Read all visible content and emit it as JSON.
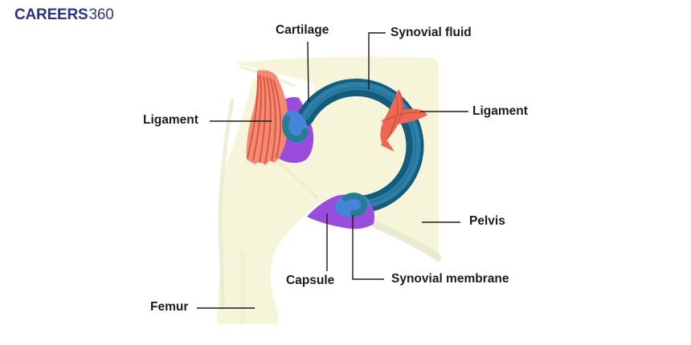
{
  "logo": {
    "brand": "CAREERS",
    "suffix": "360"
  },
  "diagram": {
    "labels": {
      "cartilage": "Cartilage",
      "synovial_fluid": "Synovial fluid",
      "ligament_left": "Ligament",
      "ligament_right": "Ligament",
      "pelvis": "Pelvis",
      "synovial_membrane": "Synovial membrane",
      "capsule": "Capsule",
      "femur": "Femur"
    }
  },
  "colors": {
    "background": "#FFFFFF",
    "bone": "#F6F5DA",
    "bone_shade": "#E9EBCF",
    "ring_dark": "#135C7C",
    "ring_light": "#2E7FA8",
    "ring_mid": "#1F6B8E",
    "cartilage_blue": "#4484D9",
    "membrane_teal": "#257E93",
    "capsule_purple": "#9A4CDD",
    "ligament_fill": "#F28B74",
    "ligament_stripe": "#DC5341",
    "ligament_right_fill": "#EE6752",
    "ligament_right_stripe": "#D34F3B",
    "leader_line": "#1A1A1A",
    "label_text": "#1B1B1B",
    "logo_navy": "#2A3480"
  }
}
